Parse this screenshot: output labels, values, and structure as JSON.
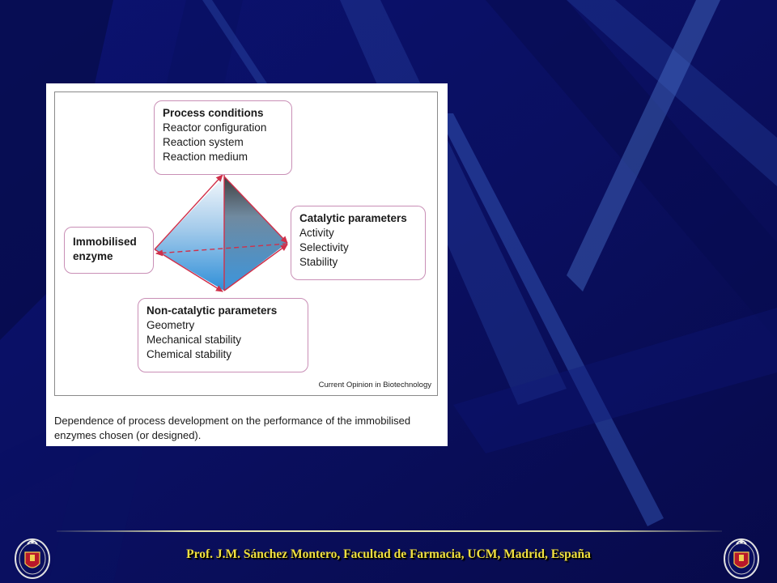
{
  "diagram": {
    "boxes": {
      "process": {
        "title": "Process conditions",
        "items": [
          "Reactor configuration",
          "Reaction system",
          "Reaction medium"
        ]
      },
      "catalytic": {
        "title": "Catalytic parameters",
        "items": [
          "Activity",
          "Selectivity",
          "Stability"
        ]
      },
      "immobilised": {
        "title_line1": "Immobilised",
        "title_line2": "enzyme"
      },
      "noncatalytic": {
        "title": "Non-catalytic parameters",
        "items": [
          "Geometry",
          "Mechanical stability",
          "Chemical stability"
        ]
      }
    },
    "source": "Current Opinion in Biotechnology",
    "caption": "Dependence of process development on the performance of the immobilised enzymes chosen (or designed).",
    "arrow_color": "#d0304a",
    "box_border_color": "#c98fb6"
  },
  "footer": {
    "text": "Prof. J.M. Sánchez Montero, Facultad de Farmacia, UCM, Madrid, España",
    "text_color": "#f0e040"
  },
  "theme": {
    "background": "#0a0f5e"
  }
}
